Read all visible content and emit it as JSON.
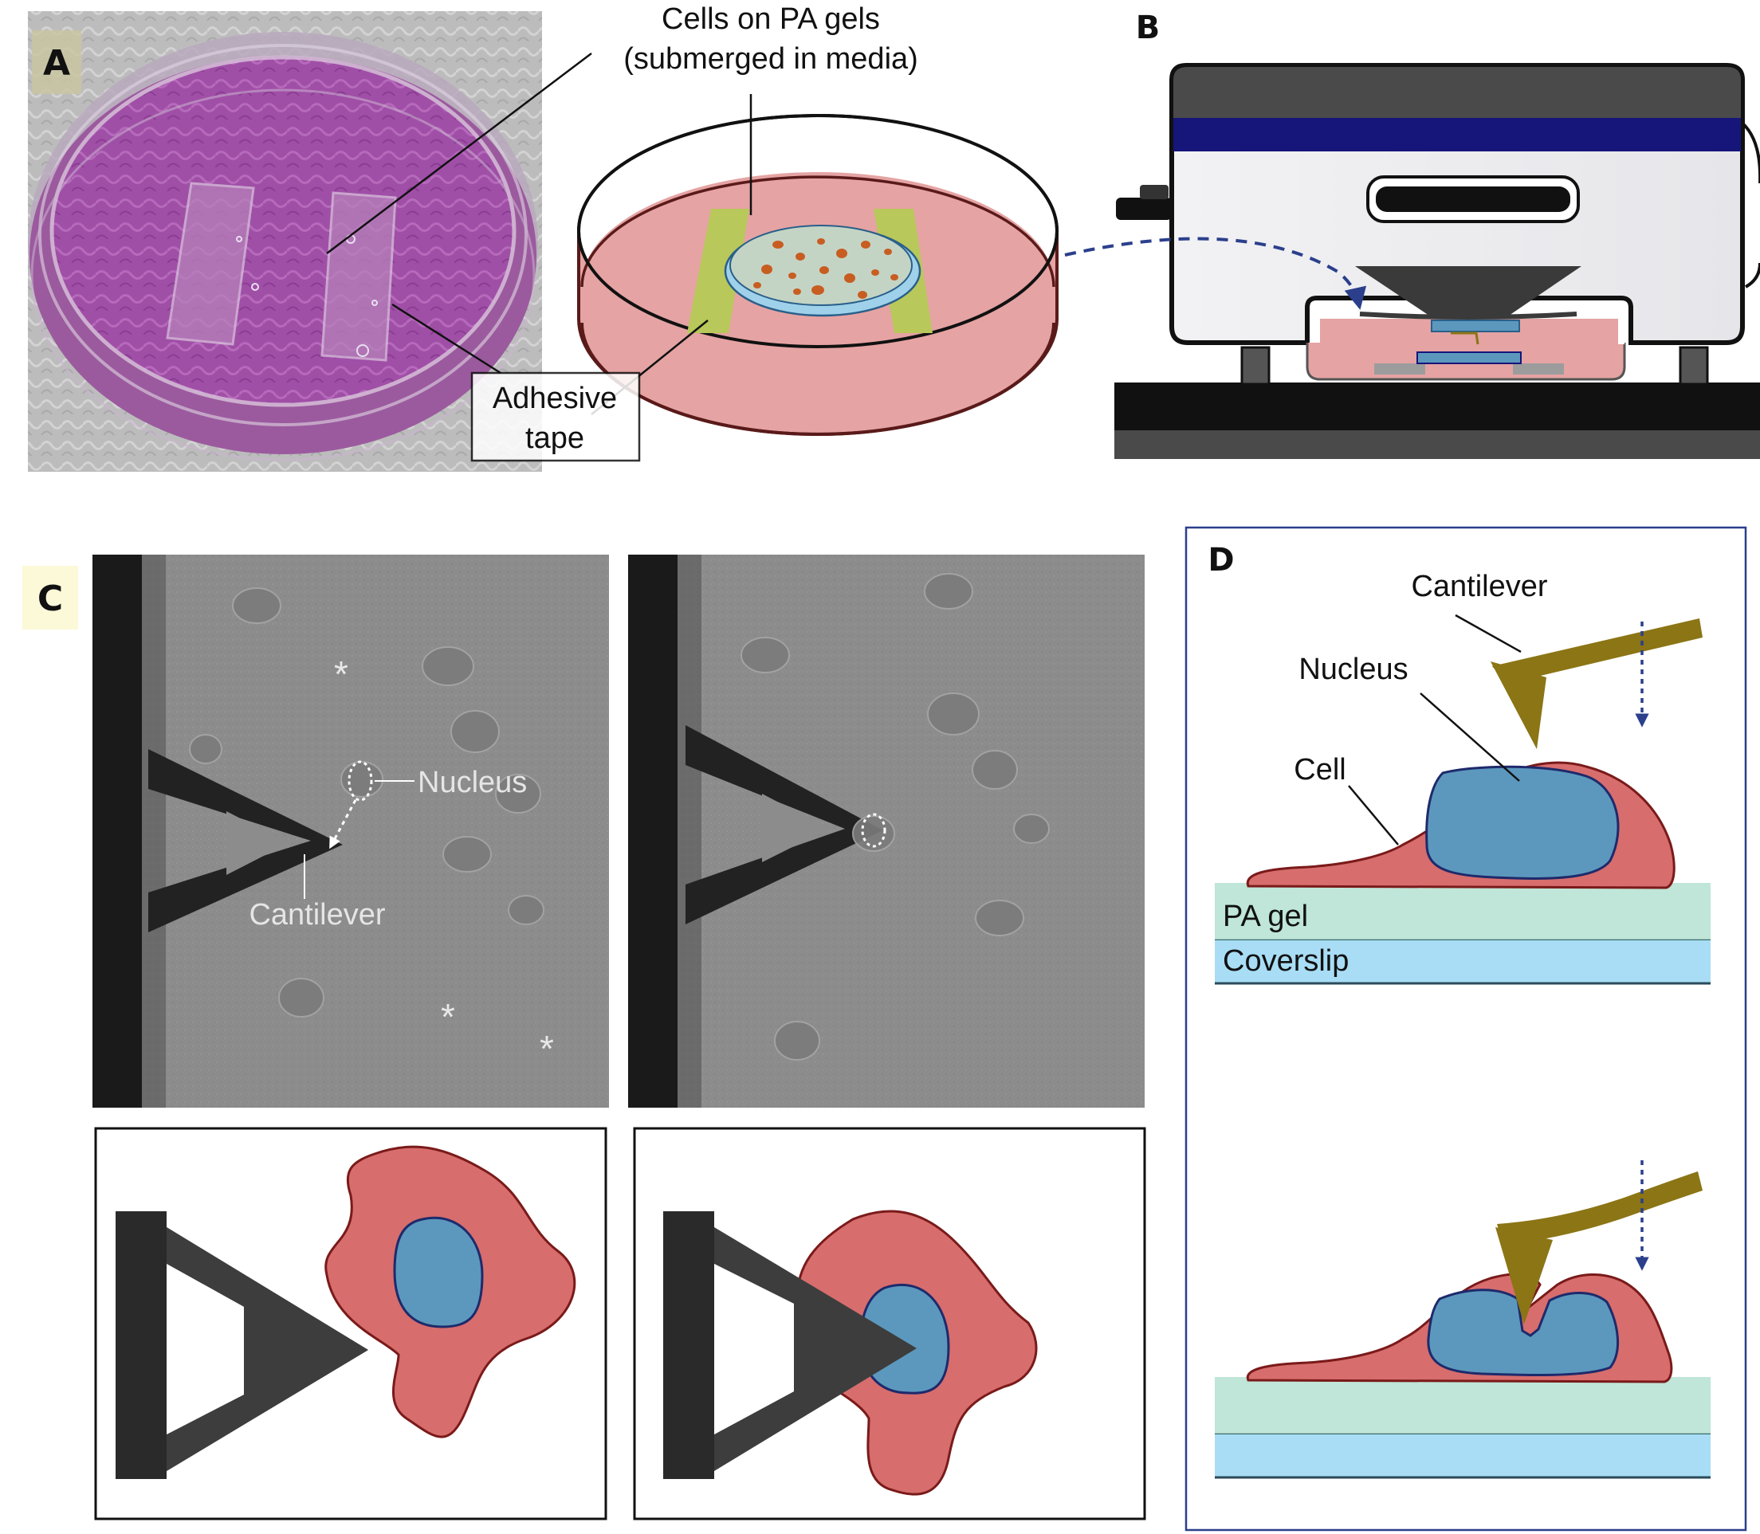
{
  "panels": {
    "a": {
      "letter": "A",
      "callout_cells_line1": "Cells on PA gels",
      "callout_cells_line2": "(submerged in media)",
      "callout_tape_line1": "Adhesive",
      "callout_tape_line2": "tape"
    },
    "b": {
      "letter": "B"
    },
    "c": {
      "letter": "C",
      "micrograph_label_nucleus": "Nucleus",
      "micrograph_label_cantilever": "Cantilever",
      "asterisk_marker": "*"
    },
    "d": {
      "letter": "D",
      "label_cantilever": "Cantilever",
      "label_nucleus": "Nucleus",
      "label_cell": "Cell",
      "label_pa_gel": "PA gel",
      "label_coverslip": "Coverslip"
    }
  },
  "colors": {
    "media_pink": "#e5a3a3",
    "cell_red": "#d76d6d",
    "cell_outline": "#7a1a1a",
    "nucleus_blue": "#5c98bd",
    "nucleus_outline": "#1e2a6b",
    "cantilever_gold": "#8b7515",
    "tape_green": "#b8c85a",
    "pa_gel": "#bfe6d8",
    "coverslip": "#a8ddf5",
    "microscope_navy": "#16157a",
    "dish_purple": "#a34ba8",
    "arrow_navy": "#2b3f8c",
    "highlight_yellow": "#fbf9d8"
  }
}
